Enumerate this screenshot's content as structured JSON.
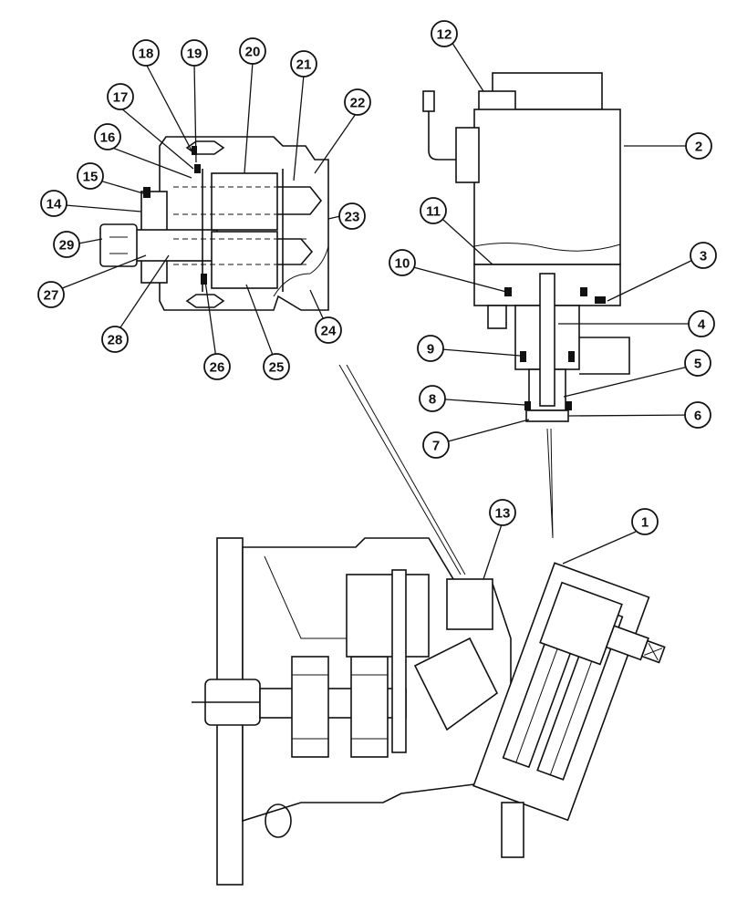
{
  "callouts": [
    {
      "n": "1"
    },
    {
      "n": "2"
    },
    {
      "n": "3"
    },
    {
      "n": "4"
    },
    {
      "n": "5"
    },
    {
      "n": "6"
    },
    {
      "n": "7"
    },
    {
      "n": "8"
    },
    {
      "n": "9"
    },
    {
      "n": "10"
    },
    {
      "n": "11"
    },
    {
      "n": "12"
    },
    {
      "n": "13"
    },
    {
      "n": "14"
    },
    {
      "n": "15"
    },
    {
      "n": "16"
    },
    {
      "n": "17"
    },
    {
      "n": "18"
    },
    {
      "n": "19"
    },
    {
      "n": "20"
    },
    {
      "n": "21"
    },
    {
      "n": "22"
    },
    {
      "n": "23"
    },
    {
      "n": "24"
    },
    {
      "n": "25"
    },
    {
      "n": "26"
    },
    {
      "n": "27"
    },
    {
      "n": "28"
    },
    {
      "n": "29"
    }
  ],
  "colors": {
    "ink": "#111111",
    "paper": "#ffffff"
  }
}
